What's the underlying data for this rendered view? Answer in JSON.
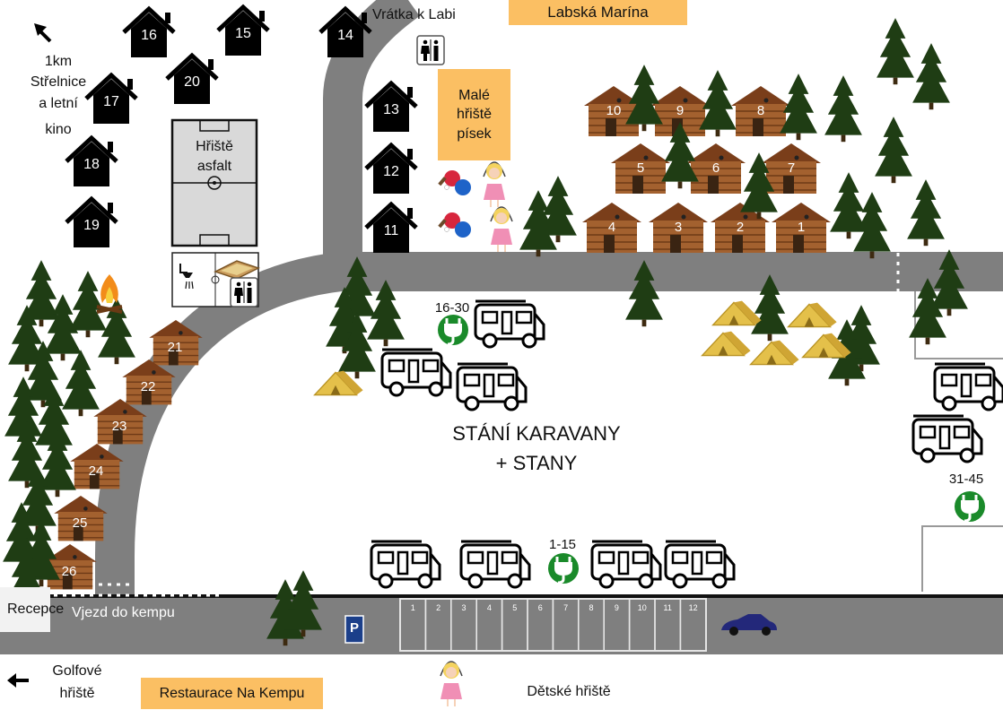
{
  "map": {
    "title_main": "STÁNÍ KARAVANY",
    "title_sub": "+ STANY",
    "labels": {
      "gate": "Vrátka k Labi",
      "marina": "Labská Marína",
      "small_playground": [
        "Malé",
        "hřiště",
        "písek"
      ],
      "asphalt_court": [
        "Hřiště",
        "asfalt"
      ],
      "shooting_range": [
        "1km",
        "Střelnice",
        "a letní",
        "kino"
      ],
      "reception": "Recepce",
      "entrance": "Vjezd do kempu",
      "golf": [
        "Golfové",
        "hřiště"
      ],
      "restaurant": "Restaurace Na Kempu",
      "kids_playground": "Dětské hřiště",
      "power_16_30": "16-30",
      "power_1_15": "1-15",
      "power_31_45": "31-45",
      "parking_icon": "P"
    },
    "houses_black": [
      "16",
      "15",
      "14",
      "20",
      "17",
      "13",
      "18",
      "12",
      "19",
      "11"
    ],
    "cabins_top": [
      "10",
      "9",
      "8",
      "5",
      "6",
      "7",
      "4",
      "3",
      "2",
      "1"
    ],
    "cabins_left": [
      "21",
      "22",
      "23",
      "24",
      "25",
      "26"
    ],
    "parking_spots": [
      "1",
      "2",
      "3",
      "4",
      "5",
      "6",
      "7",
      "8",
      "9",
      "10",
      "11",
      "12"
    ],
    "colors": {
      "road": "#7f7f7f",
      "tree": "#1f3d14",
      "cabin": "#9c5a2e",
      "highlight": "#fbbf63",
      "power": "#1a8a2a",
      "tent": "#e4c04a"
    }
  }
}
